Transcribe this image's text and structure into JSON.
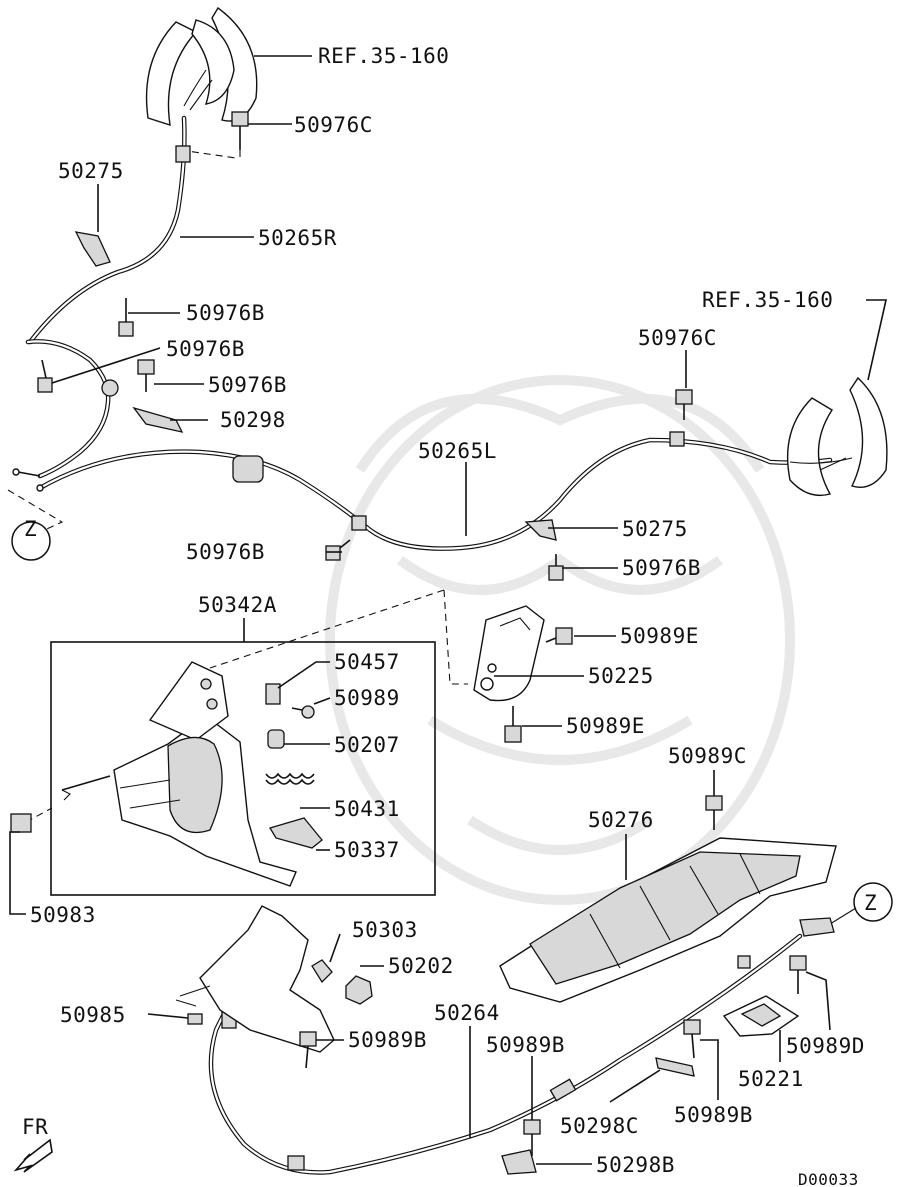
{
  "diagram": {
    "diagram_code": "D00033",
    "direction_label": "FR",
    "zone_marker": "Z",
    "callouts": {
      "ref_top": "REF.35-160",
      "ref_right": "REF.35-160",
      "c50976C_top": "50976C",
      "c50275_left": "50275",
      "c50265R": "50265R",
      "c50976B_1": "50976B",
      "c50976B_2": "50976B",
      "c50976B_3": "50976B",
      "c50298": "50298",
      "c50976C_right": "50976C",
      "c50265L": "50265L",
      "c50275_right": "50275",
      "c50976B_4": "50976B",
      "c50976B_5": "50976B",
      "c50342A": "50342A",
      "c50457": "50457",
      "c50989": "50989",
      "c50207": "50207",
      "c50431": "50431",
      "c50337": "50337",
      "c50983": "50983",
      "c50989E_1": "50989E",
      "c50225": "50225",
      "c50989E_2": "50989E",
      "c50989C": "50989C",
      "c50276": "50276",
      "c50303": "50303",
      "c50202": "50202",
      "c50985": "50985",
      "c50264": "50264",
      "c50989B_1": "50989B",
      "c50989D": "50989D",
      "c50221": "50221",
      "c50298C": "50298C",
      "c50989B_2": "50989B",
      "c50989B_3": "50989B",
      "c50298B": "50298B"
    }
  }
}
